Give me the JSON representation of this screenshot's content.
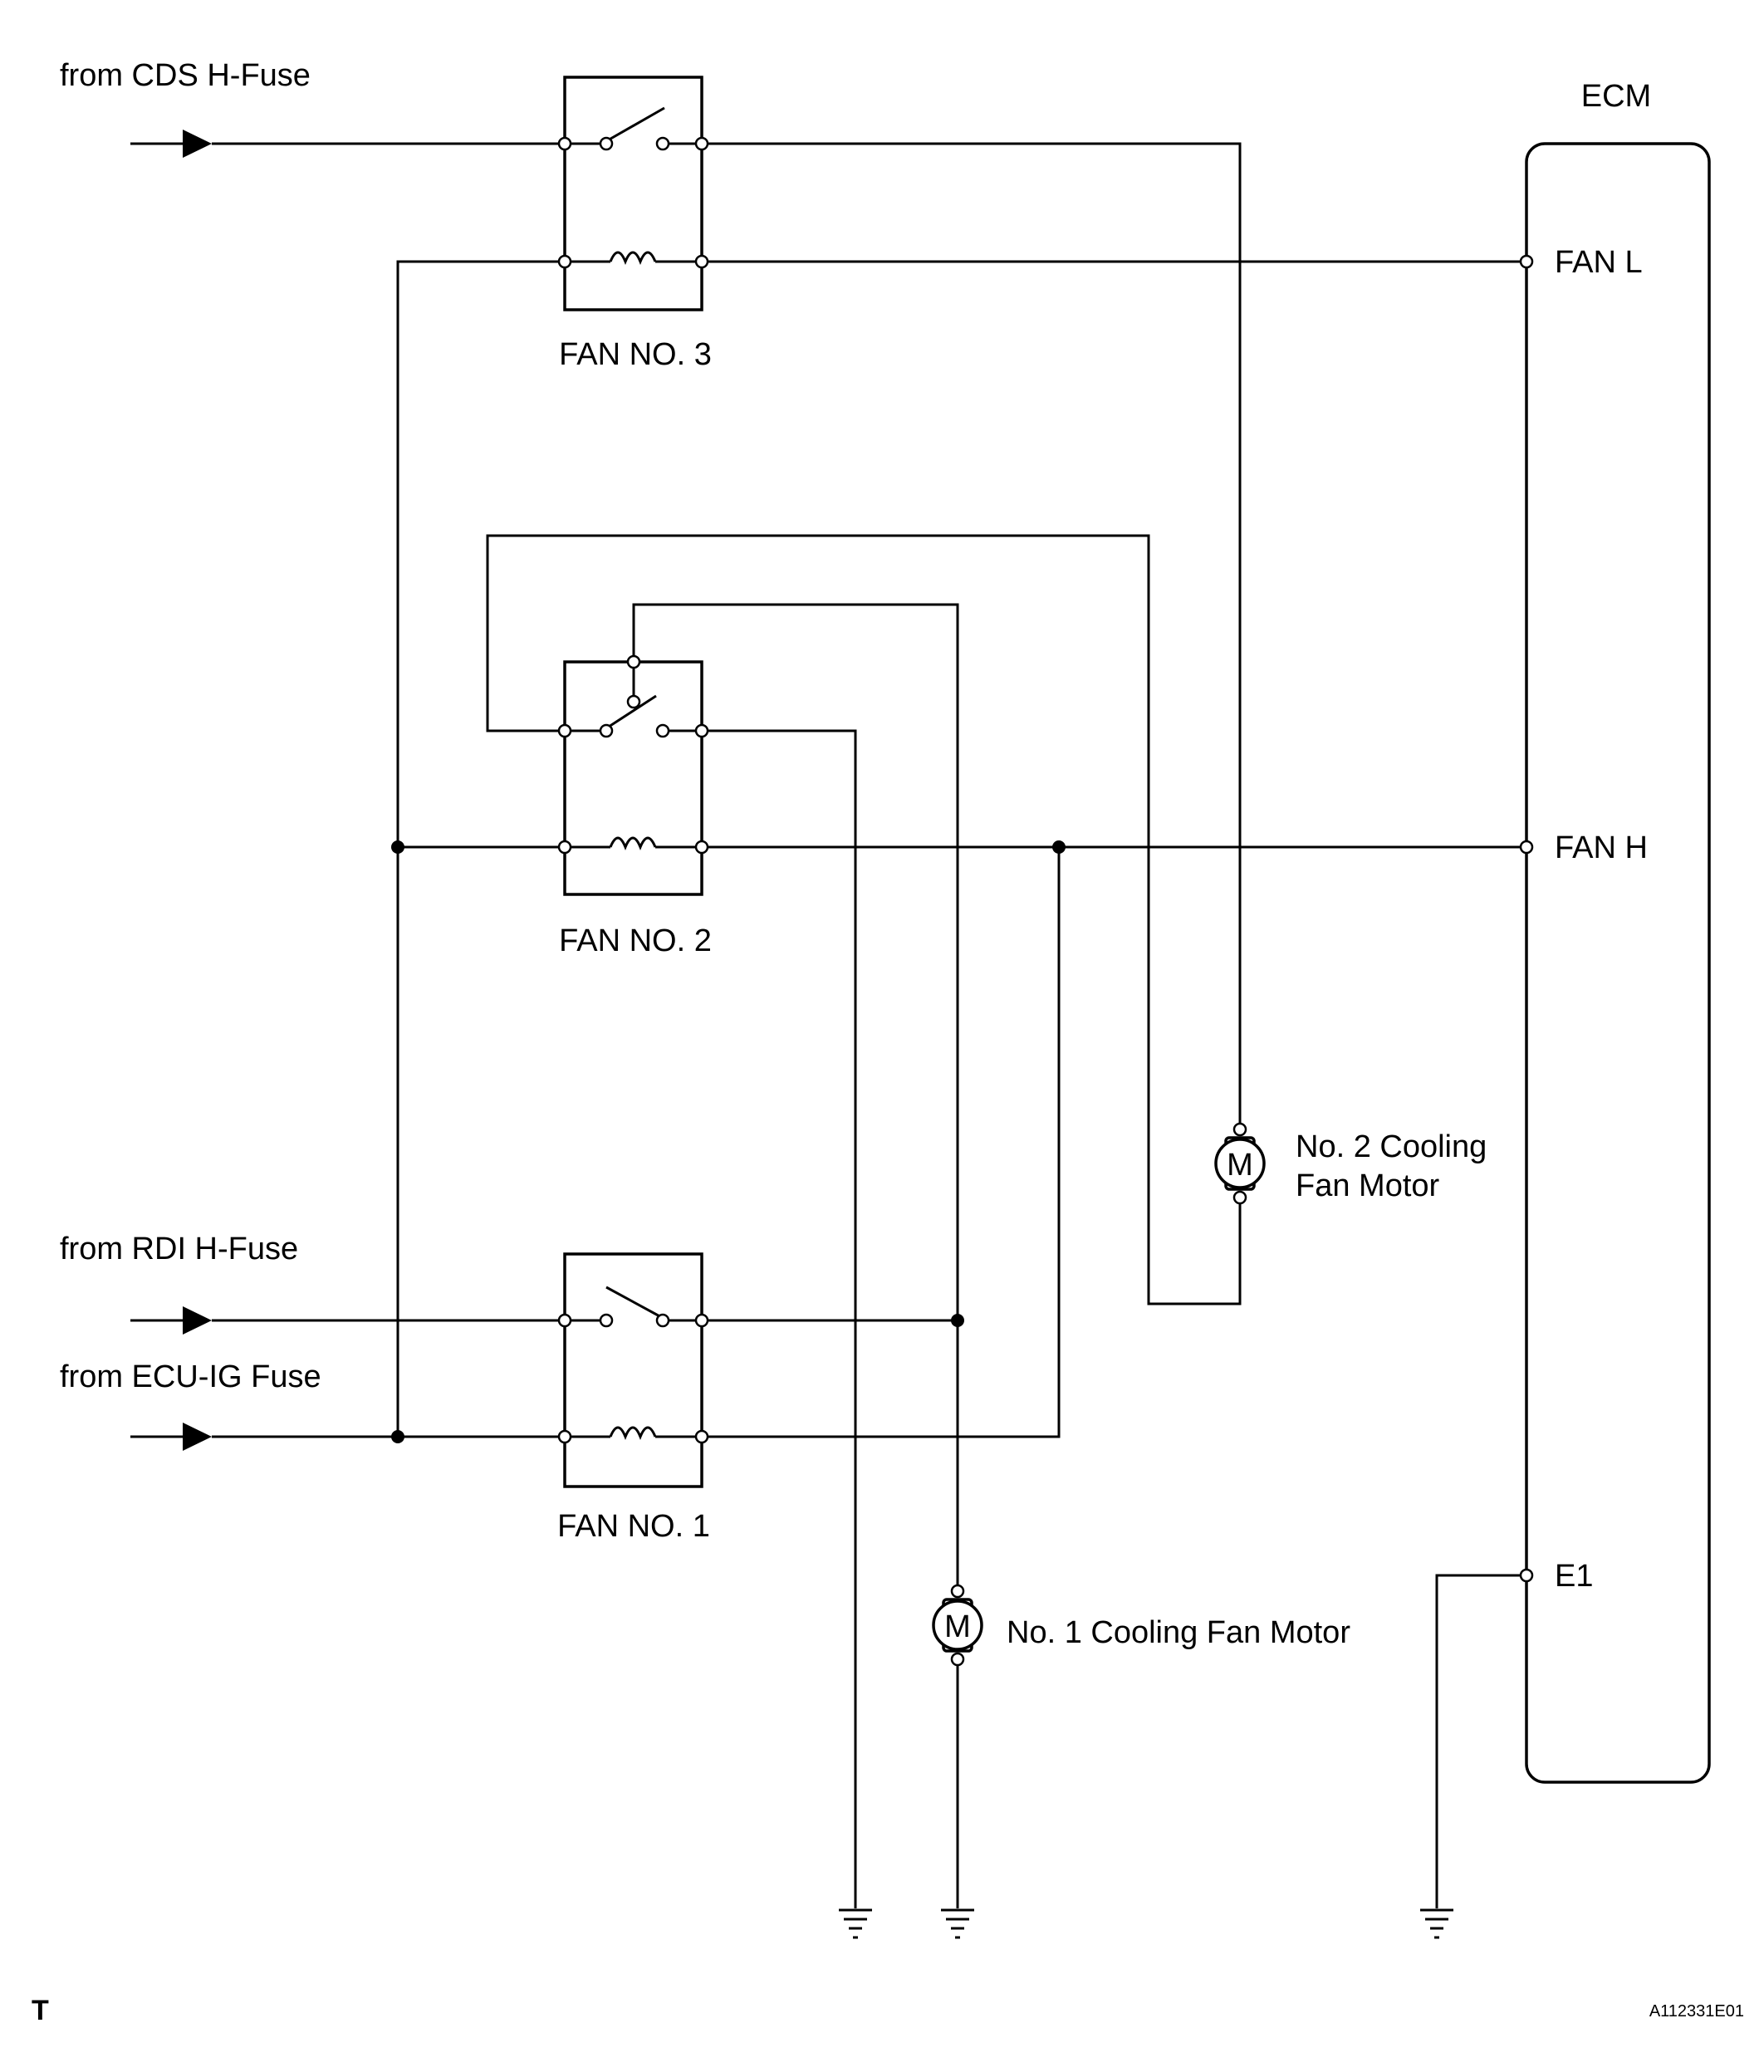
{
  "sources": {
    "cds": "from CDS H-Fuse",
    "rdi": "from RDI H-Fuse",
    "ecu_ig": "from ECU-IG Fuse"
  },
  "relays": {
    "fan3": "FAN NO. 3",
    "fan2": "FAN NO. 2",
    "fan1": "FAN NO. 1"
  },
  "ecm": {
    "title": "ECM",
    "fan_l": "FAN L",
    "fan_h": "FAN H",
    "e1": "E1"
  },
  "motors": {
    "symbol": "M",
    "no2_line1": "No. 2 Cooling",
    "no2_line2": "Fan Motor",
    "no1": "No. 1 Cooling Fan Motor"
  },
  "footer": {
    "left": "T",
    "code": "A112331E01"
  }
}
